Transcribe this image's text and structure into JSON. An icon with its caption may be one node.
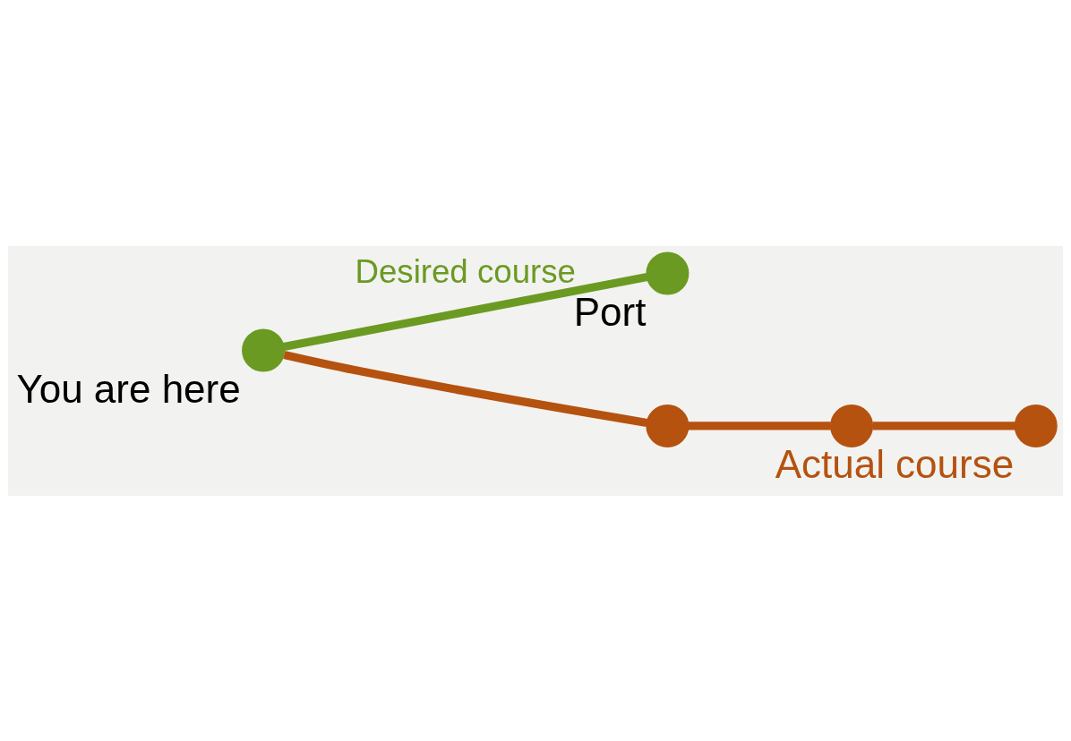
{
  "diagram": {
    "nodes": [
      {
        "text": [],
        "shape": "cross",
        "beside": [
          "You are here"
        ]
      },
      {
        "text": [],
        "shape": "cross",
        "beside": [
          "Port"
        ]
      },
      {
        "text": [],
        "shape": "cross"
      },
      {
        "text": [],
        "shape": "cross"
      },
      {
        "text": [],
        "shape": "cross",
        "beside": [
          "Actual course"
        ]
      }
    ],
    "edges": [
      {
        "from": 0,
        "to": 1,
        "arrow": "none",
        "label": "Desired course",
        "color": "#6b9a22"
      },
      {
        "from": 0,
        "to": 2,
        "arrow": "none"
      },
      {
        "from": 2,
        "to": 3,
        "arrow": "none"
      },
      {
        "from": 3,
        "to": 4,
        "arrow": "none"
      }
    ]
  }
}
